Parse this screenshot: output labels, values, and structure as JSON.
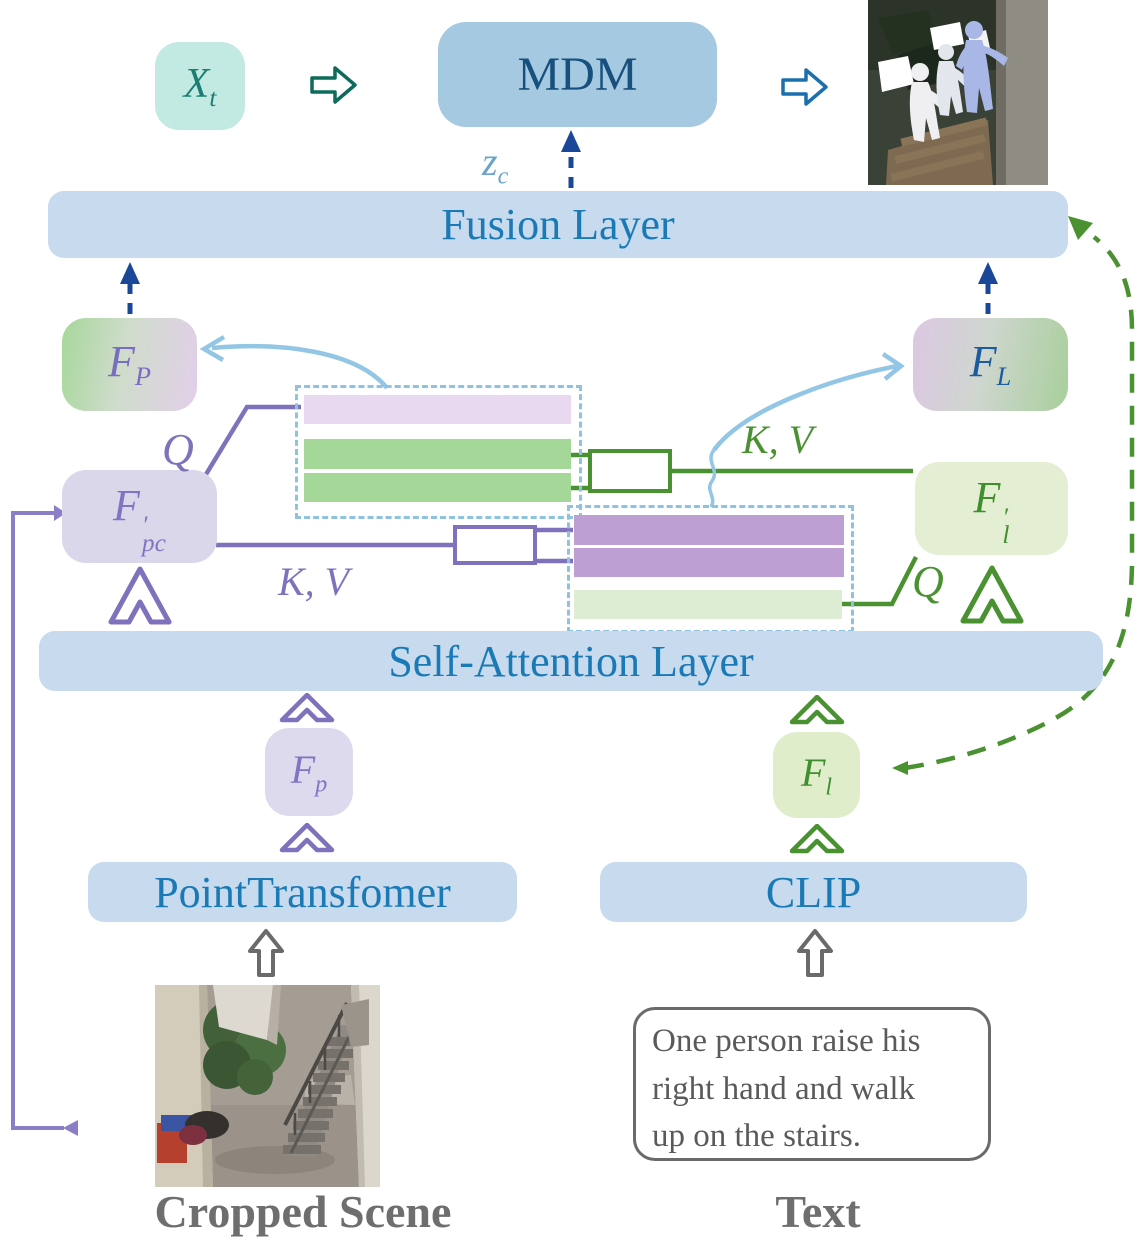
{
  "figure": {
    "nodes": {
      "xt": {
        "base": "X",
        "sub": "t"
      },
      "mdm": {
        "label": "MDM"
      },
      "zc": {
        "base": "z",
        "sub": "c"
      },
      "fusion": {
        "label": "Fusion Layer"
      },
      "fP": {
        "base": "F",
        "sub": "P"
      },
      "fL": {
        "base": "F",
        "sub": "L"
      },
      "fpc": {
        "base": "F",
        "prime": "′",
        "sub": "pc"
      },
      "flprime": {
        "base": "F",
        "prime": "′",
        "sub": "l"
      },
      "selfattn": {
        "label": "Self-Attention Layer"
      },
      "fp": {
        "base": "F",
        "sub": "p"
      },
      "fl": {
        "base": "F",
        "sub": "l"
      },
      "pointtransformer": {
        "label": "PointTransfomer"
      },
      "clip": {
        "label": "CLIP"
      }
    },
    "edge_labels": {
      "q_left": "Q",
      "kv_left": "K, V",
      "kv_right": "K, V",
      "q_right": "Q"
    },
    "captions": {
      "scene": "Cropped Scene",
      "text": "Text"
    },
    "prompt_lines": [
      "One person raise his",
      "right hand and walk",
      "up on the stairs."
    ],
    "colors": {
      "layer_bar_fill": "#c7daee",
      "layer_bar_text": "#1a7ab5",
      "mdm_fill": "#a4c9e1",
      "mdm_text": "#17507d",
      "xt_fill": "#c2e9e2",
      "xt_text": "#1b7e72",
      "teal_arrow": "#0d6b5c",
      "blue_arrow": "#1c6fae",
      "navy_dashed": "#1b4798",
      "zc_text": "#68a4cc",
      "purple": "#7f71bb",
      "green": "#4a9132",
      "light_blue_arrow": "#92c6e4",
      "dashed_box_border": "#8ec3e0",
      "pink_bar": "#e9d9f0",
      "green_bar": "#a5d898",
      "purple_bar": "#bd9fd4",
      "light_green_bar": "#dcedd4",
      "grey": "#6a6a6a"
    }
  }
}
